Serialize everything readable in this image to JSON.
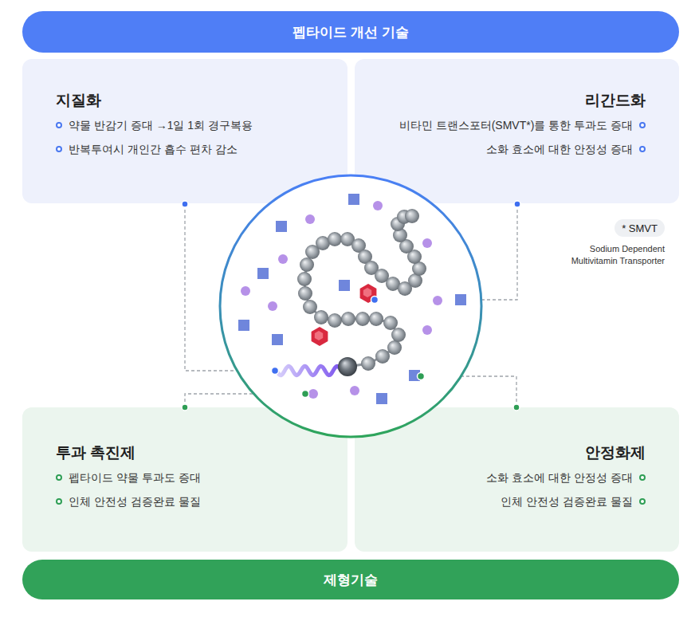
{
  "diagram": {
    "nodes": [
      {
        "text": [
          "펩타이드 개선 기술"
        ]
      },
      {
        "text": [
          "지질화",
          "약물 반감기 증대 →1일 1회 경구복용",
          "반복투여시 개인간 흡수 편차 감소"
        ]
      },
      {
        "text": [
          "리간드화",
          "비타민 트랜스포터(SMVT*)를 통한 투과도 증대",
          "소화 효소에 대한 안정성 증대"
        ]
      },
      {
        "text": [
          "* SMVT"
        ]
      },
      {
        "text": [
          "투과 촉진제",
          "펩타이드 약물 투과도 증대",
          "인체 안전성 검증완료 물질"
        ]
      },
      {
        "text": [
          "안정화제",
          "소화 효소에 대한 안정성 증대",
          "인체 안전성 검증완료 물질"
        ]
      },
      {
        "text": [
          "제형기술"
        ]
      }
    ],
    "labels": [
      "Sodium Dependent Multivitamin Transporter"
    ]
  }
}
